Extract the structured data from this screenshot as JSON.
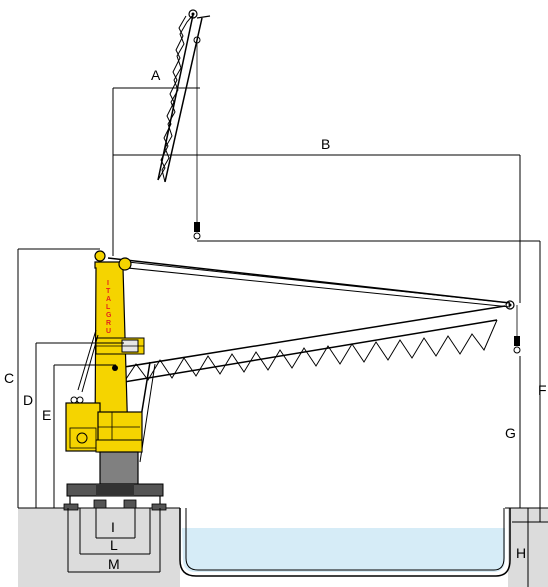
{
  "diagram": {
    "brand_text": "ITALGRU",
    "colors": {
      "crane_body": "#f5d400",
      "crane_outline": "#000000",
      "water": "#d6ecf7",
      "quay": "#dcdcdc",
      "brand": "#e2231a"
    },
    "dimension_labels": {
      "A": "A",
      "B": "B",
      "C": "C",
      "D": "D",
      "E": "E",
      "F": "F",
      "G": "G",
      "H": "H",
      "I": "I",
      "L": "L",
      "M": "M"
    }
  }
}
